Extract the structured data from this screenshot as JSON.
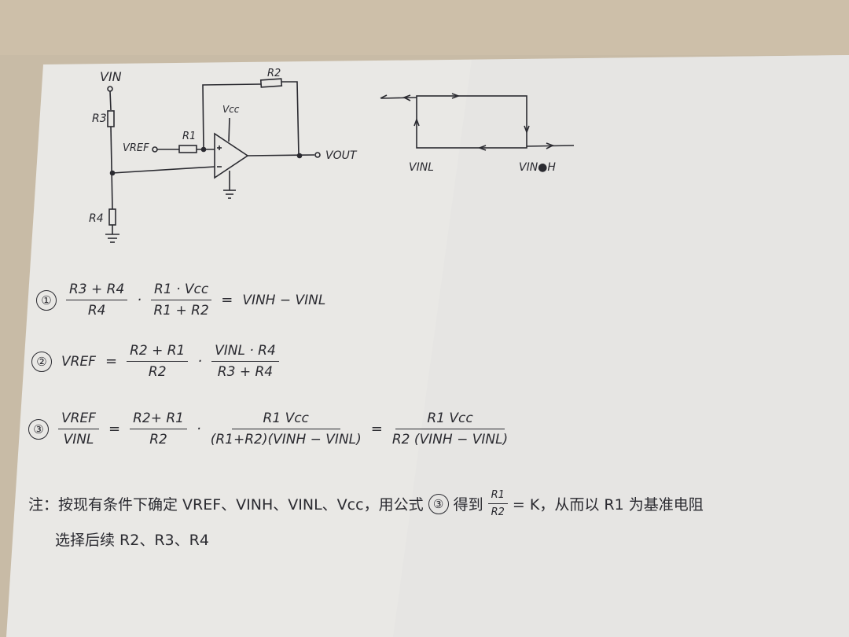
{
  "circuit": {
    "vin": "VIN",
    "r3": "R3",
    "r4": "R4",
    "r1": "R1",
    "r2": "R2",
    "vcc": "Vcc",
    "vref": "VREF",
    "vout": "VOUT"
  },
  "hysteresis": {
    "vinl": "VINL",
    "vinh": "VIN●H"
  },
  "equations": [
    {
      "num": "①",
      "f1_num": "R3 + R4",
      "f1_den": "R4",
      "dot": "·",
      "f2_num": "R1 · Vcc",
      "f2_den": "R1 + R2",
      "eq": "=",
      "rhs": "VINH − VINL"
    },
    {
      "num": "②",
      "lhs": "VREF",
      "eq": "=",
      "f1_num": "R2 + R1",
      "f1_den": "R2",
      "dot": "·",
      "f2_num": "VINL · R4",
      "f2_den": "R3 + R4"
    },
    {
      "num": "③",
      "lhs_num": "VREF",
      "lhs_den": "VINL",
      "eq": "=",
      "f1_num": "R2+ R1",
      "f1_den": "R2",
      "dot": "·",
      "f2_num": "R1 Vcc",
      "f2_den": "(R1+R2)(VINH − VINL)",
      "eq2": "=",
      "f3_num": "R1 Vcc",
      "f3_den": "R2 (VINH − VINL)"
    }
  ],
  "note": {
    "line1_a": "注：按现有条件下确定 VREF、VINH、VINL、Vcc，用公式",
    "circled": "③",
    "line1_b": "得到",
    "frac_num": "R1",
    "frac_den": "R2",
    "line1_c": "= K，从而以 R1 为基准电阻",
    "line2": "选择后续 R2、R3、R4"
  },
  "colors": {
    "paper": "#ecebe8",
    "ink": "#2a2a30",
    "desk": "#c9b9a3"
  }
}
